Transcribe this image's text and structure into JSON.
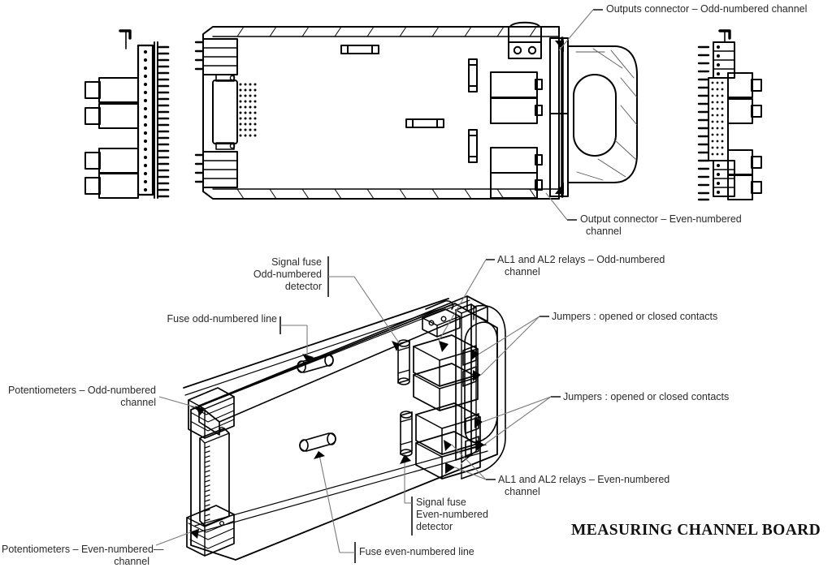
{
  "diagram": {
    "title": "MEASURING CHANNEL BOARD",
    "views": {
      "top_left_side": "left-side-elevation-view",
      "top_plan": "board-plan-view",
      "top_right_side": "right-side-elevation-view",
      "bottom_iso": "board-isometric-view"
    }
  },
  "labels": {
    "outputs_connector_odd": "Outputs connector – Odd-numbered channel",
    "output_connector_even_l1": "Output connector – Even-numbered",
    "output_connector_even_l2": "channel",
    "signal_fuse_odd_l1": "Signal fuse",
    "signal_fuse_odd_l2": "Odd-numbered",
    "signal_fuse_odd_l3": "detector",
    "fuse_odd_line": "Fuse odd-numbered line",
    "potentiometers_odd_l1": "Potentiometers – Odd-numbered",
    "potentiometers_odd_l2": "channel",
    "potentiometers_even_l1": "Potentiometers – Even-numbered—",
    "potentiometers_even_l2": "channel",
    "relays_odd_l1": "AL1 and AL2 relays – Odd-numbered",
    "relays_odd_l2": "channel",
    "relays_even_l1": "AL1 and AL2 relays – Even-numbered",
    "relays_even_l2": "channel",
    "jumpers_top": "Jumpers : opened or closed contacts",
    "jumpers_bottom": "Jumpers : opened or closed contacts",
    "signal_fuse_even_l1": "Signal fuse",
    "signal_fuse_even_l2": "Even-numbered",
    "signal_fuse_even_l3": "detector",
    "fuse_even_line": "Fuse even-numbered line"
  },
  "colors": {
    "line": "#000000",
    "leader": "#6f6f73",
    "text": "#2a2a2a",
    "title": "#111111",
    "background": "#ffffff"
  }
}
